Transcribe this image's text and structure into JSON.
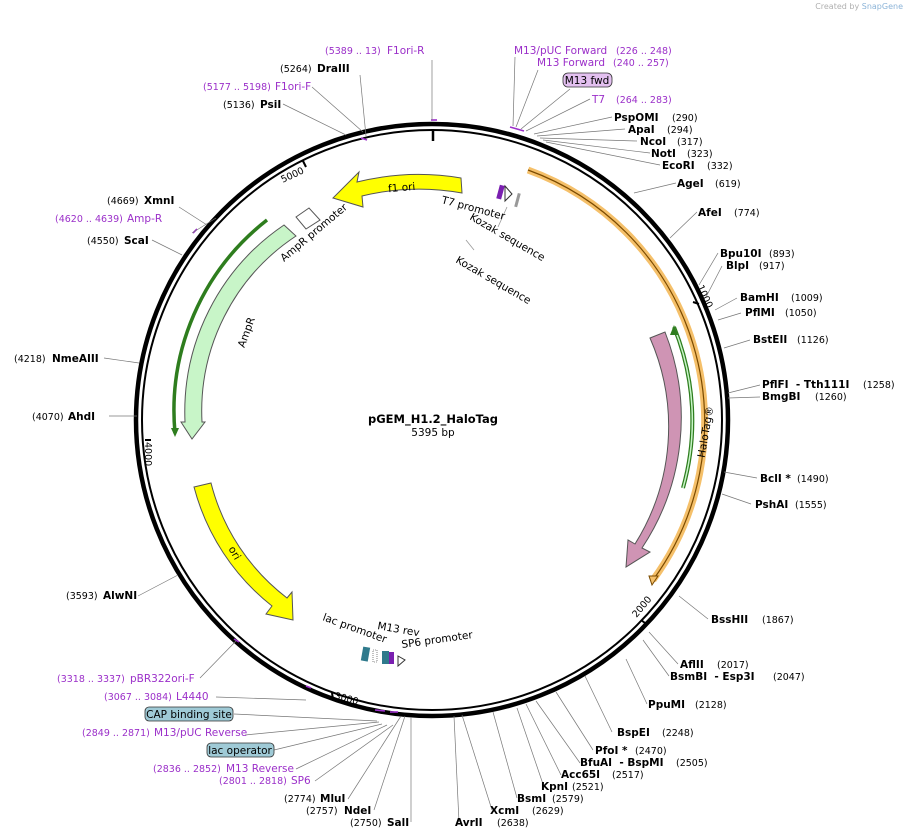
{
  "credit": {
    "prefix": "Created by",
    "brand": "SnapGene"
  },
  "plasmid": {
    "name": "pGEM_H1.2_HaloTag",
    "size": "5395 bp"
  },
  "colors": {
    "primer": "#9b2fc9",
    "amp": "#c8f5c8",
    "ori": "#ffff00",
    "halo": "#cf94b4",
    "orf": "#f5c06a",
    "green_arrow": "#2e7d1e",
    "box": "#9fcad6"
  },
  "ticks": [
    "1000",
    "2000",
    "3000",
    "4000",
    "5000"
  ],
  "features": {
    "f1ori": "f1 ori",
    "ampr_promoter": "AmpR promoter",
    "ampr": "AmpR",
    "ori": "ori",
    "halotag": "HaloTag®",
    "t7_promoter": "T7 promoter",
    "kozak1": "Kozak sequence",
    "kozak2": "Kozak sequence",
    "lac_promoter": "lac promoter",
    "m13rev": "M13 rev",
    "sp6_promoter": "SP6 promoter"
  },
  "boxes": {
    "m13fwd": "M13 fwd",
    "cap": "CAP binding site",
    "lacop": "lac operator"
  },
  "sites": [
    {
      "name": "PspOMI",
      "pos": "(290)"
    },
    {
      "name": "ApaI",
      "pos": "(294)"
    },
    {
      "name": "NcoI",
      "pos": "(317)"
    },
    {
      "name": "NotI",
      "pos": "(323)"
    },
    {
      "name": "EcoRI",
      "pos": "(332)"
    },
    {
      "name": "AgeI",
      "pos": "(619)"
    },
    {
      "name": "AfeI",
      "pos": "(774)"
    },
    {
      "name": "Bpu10I",
      "pos": "(893)"
    },
    {
      "name": "BlpI",
      "pos": "(917)"
    },
    {
      "name": "BamHI",
      "pos": "(1009)"
    },
    {
      "name": "PflMI",
      "pos": "(1050)"
    },
    {
      "name": "BstEII",
      "pos": "(1126)"
    },
    {
      "name": "PflFI  - Tth111I",
      "pos": "(1258)"
    },
    {
      "name": "BmgBI",
      "pos": "(1260)"
    },
    {
      "name": "BclI *",
      "pos": "(1490)"
    },
    {
      "name": "PshAI",
      "pos": "(1555)"
    },
    {
      "name": "BssHII",
      "pos": "(1867)"
    },
    {
      "name": "AflII",
      "pos": "(2017)"
    },
    {
      "name": "BsmBI  - Esp3I",
      "pos": "(2047)"
    },
    {
      "name": "PpuMI",
      "pos": "(2128)"
    },
    {
      "name": "BspEI",
      "pos": "(2248)"
    },
    {
      "name": "PfoI *",
      "pos": "(2470)"
    },
    {
      "name": "BfuAI  - BspMI",
      "pos": "(2505)"
    },
    {
      "name": "Acc65I",
      "pos": "(2517)"
    },
    {
      "name": "KpnI",
      "pos": "(2521)"
    },
    {
      "name": "BsmI",
      "pos": "(2579)"
    },
    {
      "name": "XcmI",
      "pos": "(2629)"
    },
    {
      "name": "AvrII",
      "pos": "(2638)"
    },
    {
      "name": "SalI",
      "pos": "(2750)"
    },
    {
      "name": "NdeI",
      "pos": "(2757)"
    },
    {
      "name": "MluI",
      "pos": "(2774)"
    },
    {
      "name": "AlwNI",
      "pos": "(3593)"
    },
    {
      "name": "AhdI",
      "pos": "(4070)"
    },
    {
      "name": "NmeAIII",
      "pos": "(4218)"
    },
    {
      "name": "ScaI",
      "pos": "(4550)"
    },
    {
      "name": "XmnI",
      "pos": "(4669)"
    },
    {
      "name": "PsiI",
      "pos": "(5136)"
    },
    {
      "name": "DraIII",
      "pos": "(5264)"
    }
  ],
  "primers": [
    {
      "name": "F1ori-R",
      "pos": "(5389 .. 13)"
    },
    {
      "name": "F1ori-F",
      "pos": "(5177 .. 5198)"
    },
    {
      "name": "M13/pUC Forward",
      "pos": "(226 .. 248)"
    },
    {
      "name": "M13 Forward",
      "pos": "(240 .. 257)"
    },
    {
      "name": "T7",
      "pos": "(264 .. 283)"
    },
    {
      "name": "Amp-R",
      "pos": "(4620 .. 4639)"
    },
    {
      "name": "pBR322ori-F",
      "pos": "(3318 .. 3337)"
    },
    {
      "name": "L4440",
      "pos": "(3067 .. 3084)"
    },
    {
      "name": "M13/pUC Reverse",
      "pos": "(2849 .. 2871)"
    },
    {
      "name": "M13 Reverse",
      "pos": "(2836 .. 2852)"
    },
    {
      "name": "SP6",
      "pos": "(2801 .. 2818)"
    }
  ]
}
